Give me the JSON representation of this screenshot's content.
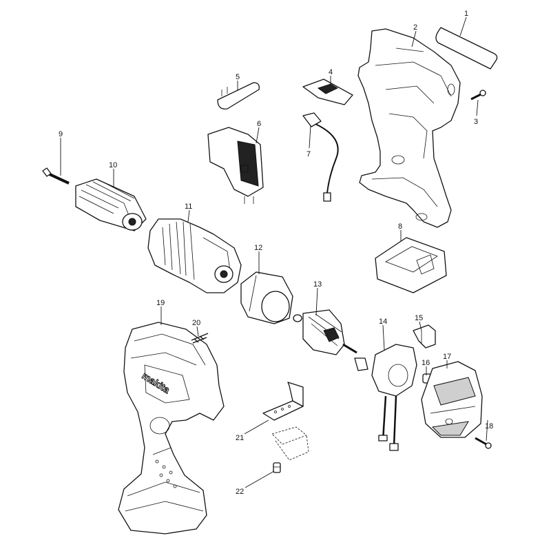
{
  "diagram": {
    "callouts": [
      {
        "id": "p1",
        "label": "1"
      },
      {
        "id": "p2",
        "label": "2"
      },
      {
        "id": "p3",
        "label": "3"
      },
      {
        "id": "p4",
        "label": "4"
      },
      {
        "id": "p5",
        "label": "5"
      },
      {
        "id": "p6",
        "label": "6"
      },
      {
        "id": "p7",
        "label": "7"
      },
      {
        "id": "p8",
        "label": "8"
      },
      {
        "id": "p9",
        "label": "9"
      },
      {
        "id": "p10",
        "label": "10"
      },
      {
        "id": "p11",
        "label": "11"
      },
      {
        "id": "p12",
        "label": "12"
      },
      {
        "id": "p13",
        "label": "13"
      },
      {
        "id": "p14",
        "label": "14"
      },
      {
        "id": "p15",
        "label": "15"
      },
      {
        "id": "p16",
        "label": "16"
      },
      {
        "id": "p17",
        "label": "17"
      },
      {
        "id": "p18",
        "label": "18"
      },
      {
        "id": "p19",
        "label": "19"
      },
      {
        "id": "p20",
        "label": "20"
      },
      {
        "id": "p21",
        "label": "21"
      },
      {
        "id": "p22",
        "label": "22"
      }
    ],
    "housing_logo": "makita"
  }
}
